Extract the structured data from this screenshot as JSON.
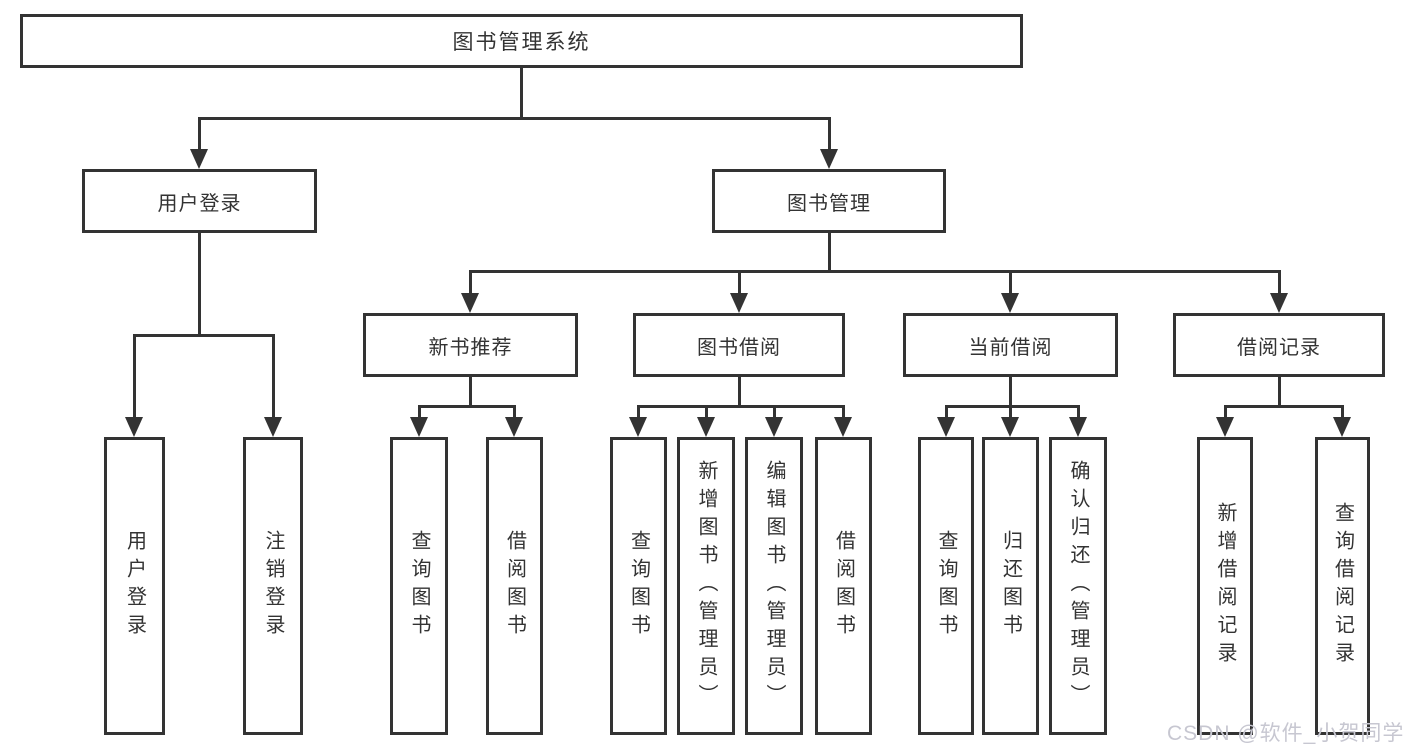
{
  "diagram": {
    "root": {
      "label": "图书管理系统"
    },
    "branches": [
      {
        "label": "用户登录",
        "children": [
          {
            "label": "用户登录"
          },
          {
            "label": "注销登录"
          }
        ]
      },
      {
        "label": "图书管理",
        "sections": [
          {
            "label": "新书推荐",
            "children": [
              {
                "label": "查询图书"
              },
              {
                "label": "借阅图书"
              }
            ]
          },
          {
            "label": "图书借阅",
            "children": [
              {
                "label": "查询图书"
              },
              {
                "label": "新增图书（管理员）"
              },
              {
                "label": "编辑图书（管理员）"
              },
              {
                "label": "借阅图书"
              }
            ]
          },
          {
            "label": "当前借阅",
            "children": [
              {
                "label": "查询图书"
              },
              {
                "label": "归还图书"
              },
              {
                "label": "确认归还（管理员）"
              }
            ]
          },
          {
            "label": "借阅记录",
            "children": [
              {
                "label": "新增借阅记录"
              },
              {
                "label": "查询借阅记录"
              }
            ]
          }
        ]
      }
    ]
  },
  "colors": {
    "line": "#333333",
    "node_text": "#333333",
    "watermark": "#c7c7d1",
    "background": "#ffffff"
  },
  "watermark": {
    "text": "CSDN @软件_小贺同学"
  }
}
